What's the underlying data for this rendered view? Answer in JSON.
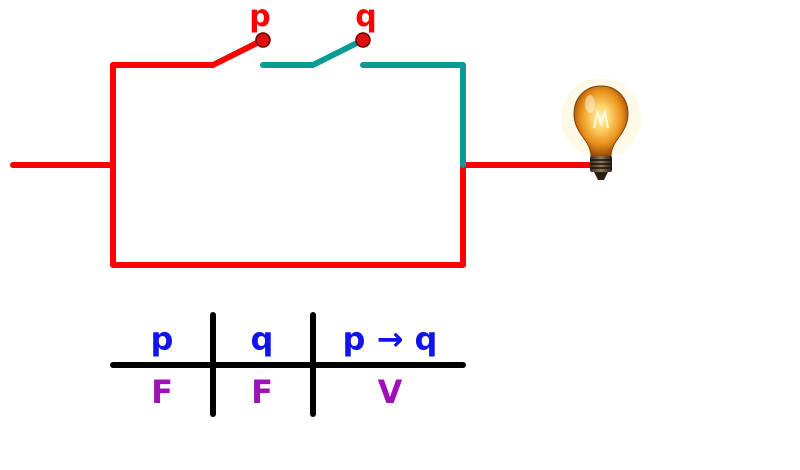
{
  "switches": {
    "p": {
      "label": "p"
    },
    "q": {
      "label": "q"
    }
  },
  "truth_table": {
    "headers": [
      "p",
      "q",
      "p → q"
    ],
    "row": [
      "F",
      "F",
      "V"
    ]
  },
  "colors": {
    "wire_red": "#ff0000",
    "wire_teal": "#0a9b96",
    "header_blue": "#1212ee",
    "value_purple": "#a010b8",
    "table_line": "#000000",
    "switch_contact": "#e01010"
  },
  "icons": {
    "lamp": "light-bulb-icon"
  }
}
